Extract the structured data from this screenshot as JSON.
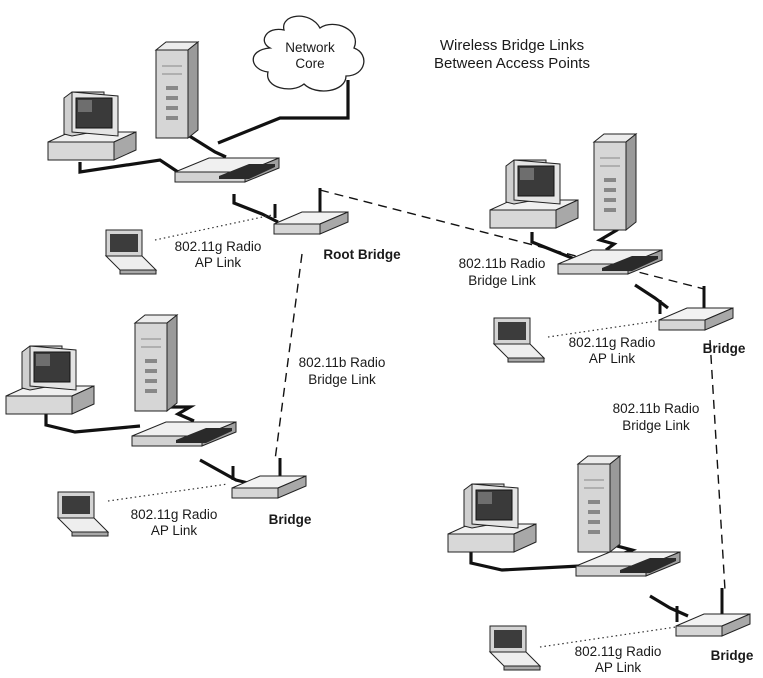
{
  "title": {
    "line1": "Wireless Bridge Links",
    "line2": "Between Access Points"
  },
  "cloud": {
    "line1": "Network",
    "line2": "Core"
  },
  "links": {
    "ap_line1": "802.11g Radio",
    "ap_line2": "AP Link",
    "bridge_line1": "802.11b Radio",
    "bridge_line2": "Bridge Link"
  },
  "devices": {
    "root_bridge": "Root Bridge",
    "bridge": "Bridge"
  }
}
